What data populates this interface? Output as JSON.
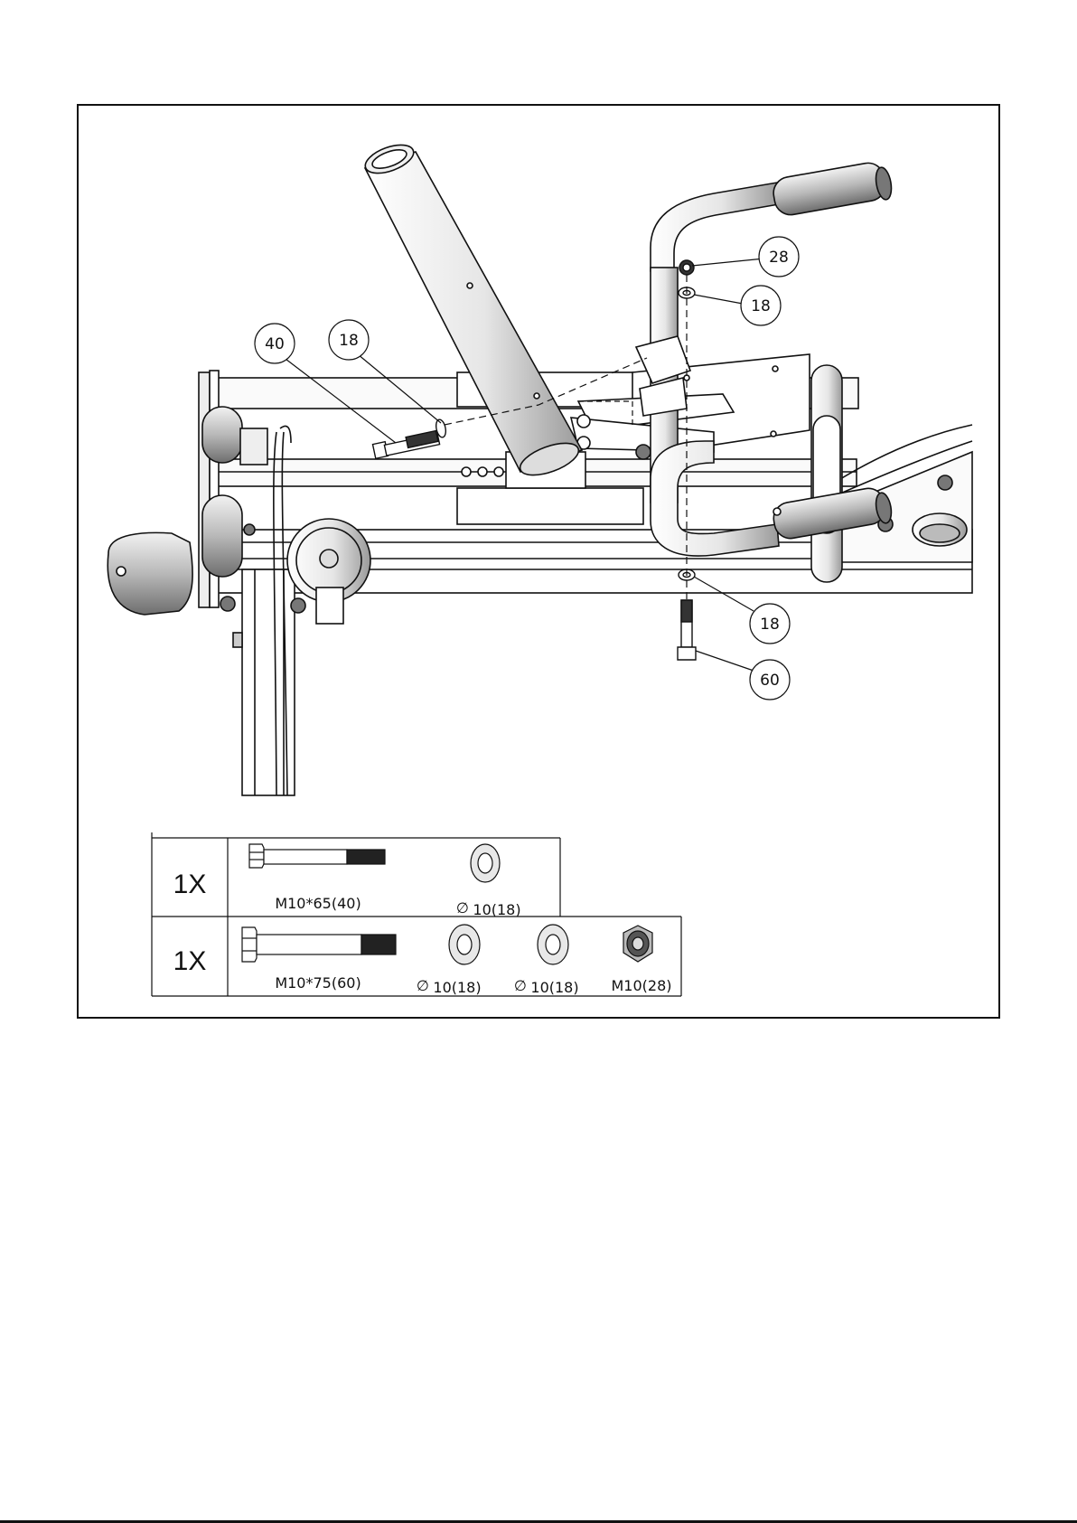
{
  "callouts": [
    {
      "label": "28"
    },
    {
      "label": "18"
    },
    {
      "label": "40"
    },
    {
      "label": "18"
    },
    {
      "label": "18"
    },
    {
      "label": "60"
    }
  ],
  "hardware_table": {
    "rows": [
      {
        "quantity": "1X",
        "parts": [
          {
            "icon": "bolt-icon",
            "label": "M10*65(40)"
          },
          {
            "icon": "washer-icon",
            "symbol": "∅",
            "label": "10(18)"
          }
        ]
      },
      {
        "quantity": "1X",
        "parts": [
          {
            "icon": "bolt-icon",
            "label": "M10*75(60)"
          },
          {
            "icon": "washer-icon",
            "symbol": "∅",
            "label": "10(18)"
          },
          {
            "icon": "washer-icon",
            "symbol": "∅",
            "label": "10(18)"
          },
          {
            "icon": "lock-nut-icon",
            "label": "M10(28)"
          }
        ]
      }
    ]
  }
}
